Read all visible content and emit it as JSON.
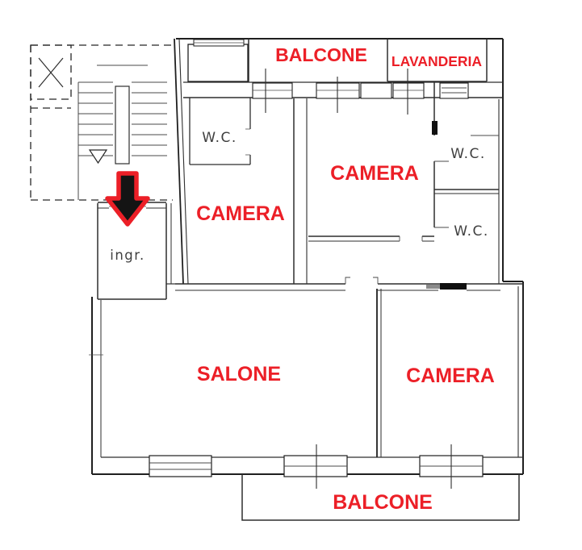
{
  "document": {
    "type": "floor-plan",
    "language": "it"
  },
  "colors": {
    "label_accent": "#ec1f27",
    "label_muted": "#3f3f3f",
    "wall": "#1f1f1f",
    "arrow_fill": "#141414",
    "arrow_outline": "#ec1f27",
    "background": "#ffffff"
  },
  "icons": {
    "entrance_arrow": "down-arrow",
    "elevator_cross": "x-mark",
    "stair_direction": "down-triangle"
  },
  "rooms": {
    "balcone_top": {
      "label": "BALCONE"
    },
    "lavanderia": {
      "label": "LAVANDERIA"
    },
    "camera_top_left": {
      "label": "CAMERA"
    },
    "camera_top_center": {
      "label": "CAMERA"
    },
    "camera_bottom_right": {
      "label": "CAMERA"
    },
    "salone": {
      "label": "SALONE"
    },
    "balcone_bottom": {
      "label": "BALCONE"
    },
    "wc_top_left": {
      "label": "W.C."
    },
    "wc_right_upper": {
      "label": "W.C."
    },
    "wc_right_lower": {
      "label": "W.C."
    },
    "ingresso": {
      "label": "ingr."
    }
  }
}
